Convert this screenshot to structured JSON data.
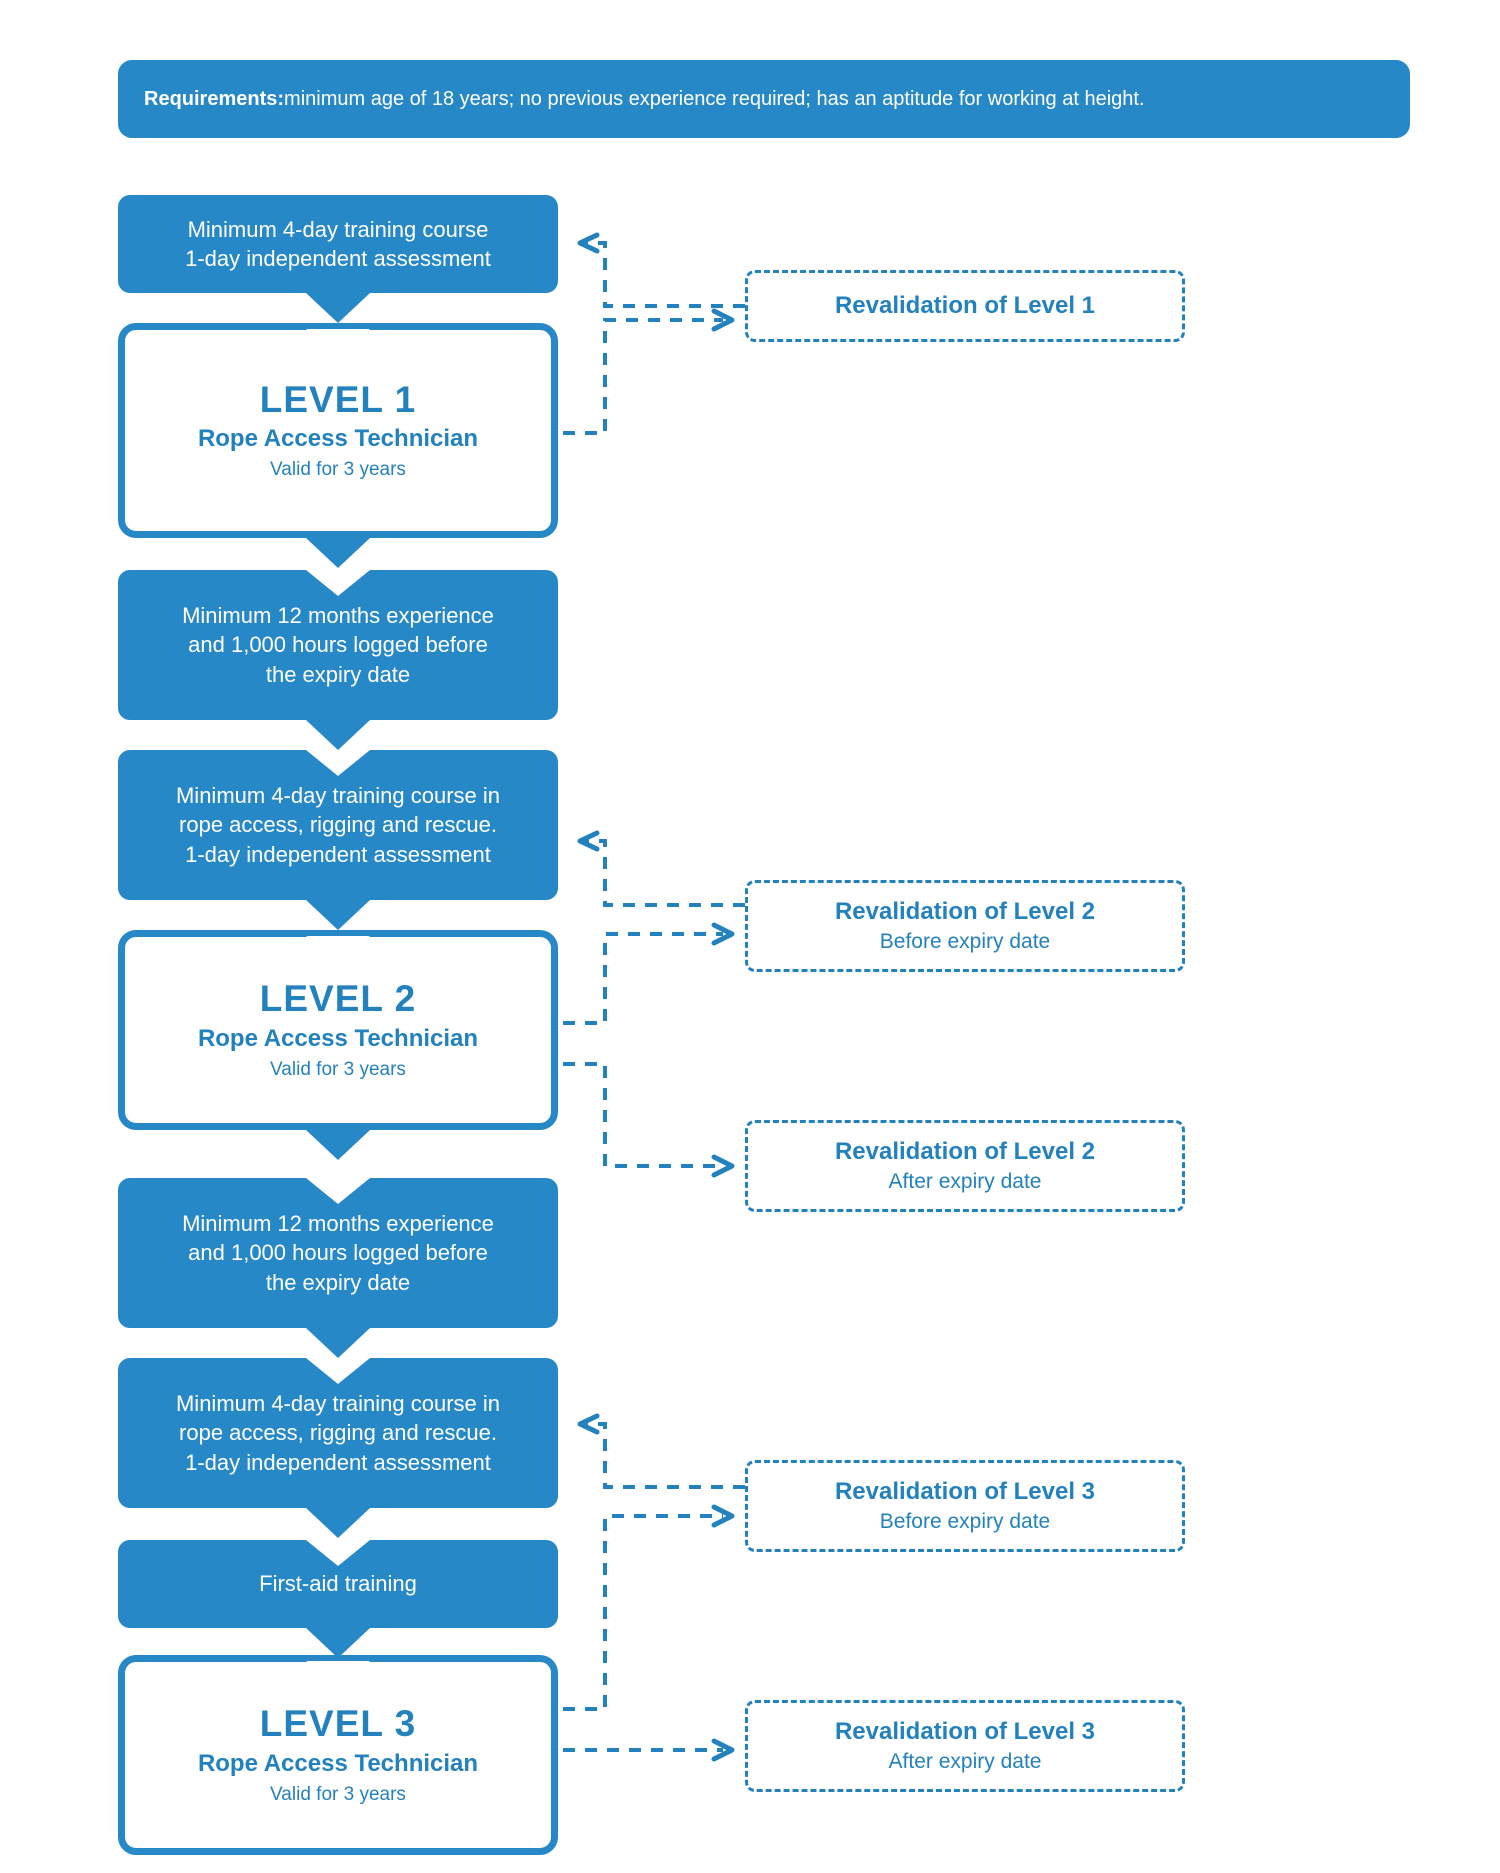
{
  "banner": {
    "label_bold": "Requirements:",
    "label_rest": " minimum age of 18 years; no previous experience required; has an aptitude for working at height."
  },
  "steps": {
    "l1_training": "Minimum 4-day training course\n1-day independent assessment",
    "l1_experience": "Minimum 12 months experience\nand 1,000 hours logged before\nthe expiry date",
    "l2_training": "Minimum 4-day training course in\nrope access, rigging and rescue.\n1-day independent assessment",
    "l2_experience": "Minimum 12 months experience\nand 1,000 hours logged before\nthe expiry date",
    "l3_training": "Minimum 4-day training course in\nrope access, rigging and rescue.\n1-day independent assessment",
    "l3_firstaid": "First-aid training"
  },
  "levels": [
    {
      "title": "LEVEL 1",
      "subtitle": "Rope Access Technician",
      "validity": "Valid for 3 years"
    },
    {
      "title": "LEVEL 2",
      "subtitle": "Rope Access Technician",
      "validity": "Valid for 3 years"
    },
    {
      "title": "LEVEL 3",
      "subtitle": "Rope Access Technician",
      "validity": "Valid for 3 years"
    }
  ],
  "revalidations": [
    {
      "title": "Revalidation of Level 1",
      "subtitle": ""
    },
    {
      "title": "Revalidation of Level 2",
      "subtitle": "Before expiry date"
    },
    {
      "title": "Revalidation of Level 2",
      "subtitle": "After expiry date"
    },
    {
      "title": "Revalidation of Level 3",
      "subtitle": "Before expiry date"
    },
    {
      "title": "Revalidation of Level 3",
      "subtitle": "After expiry date"
    }
  ],
  "colors": {
    "fill_blue": "#2788c7",
    "line_blue": "#2381be",
    "background": "#ffffff"
  }
}
